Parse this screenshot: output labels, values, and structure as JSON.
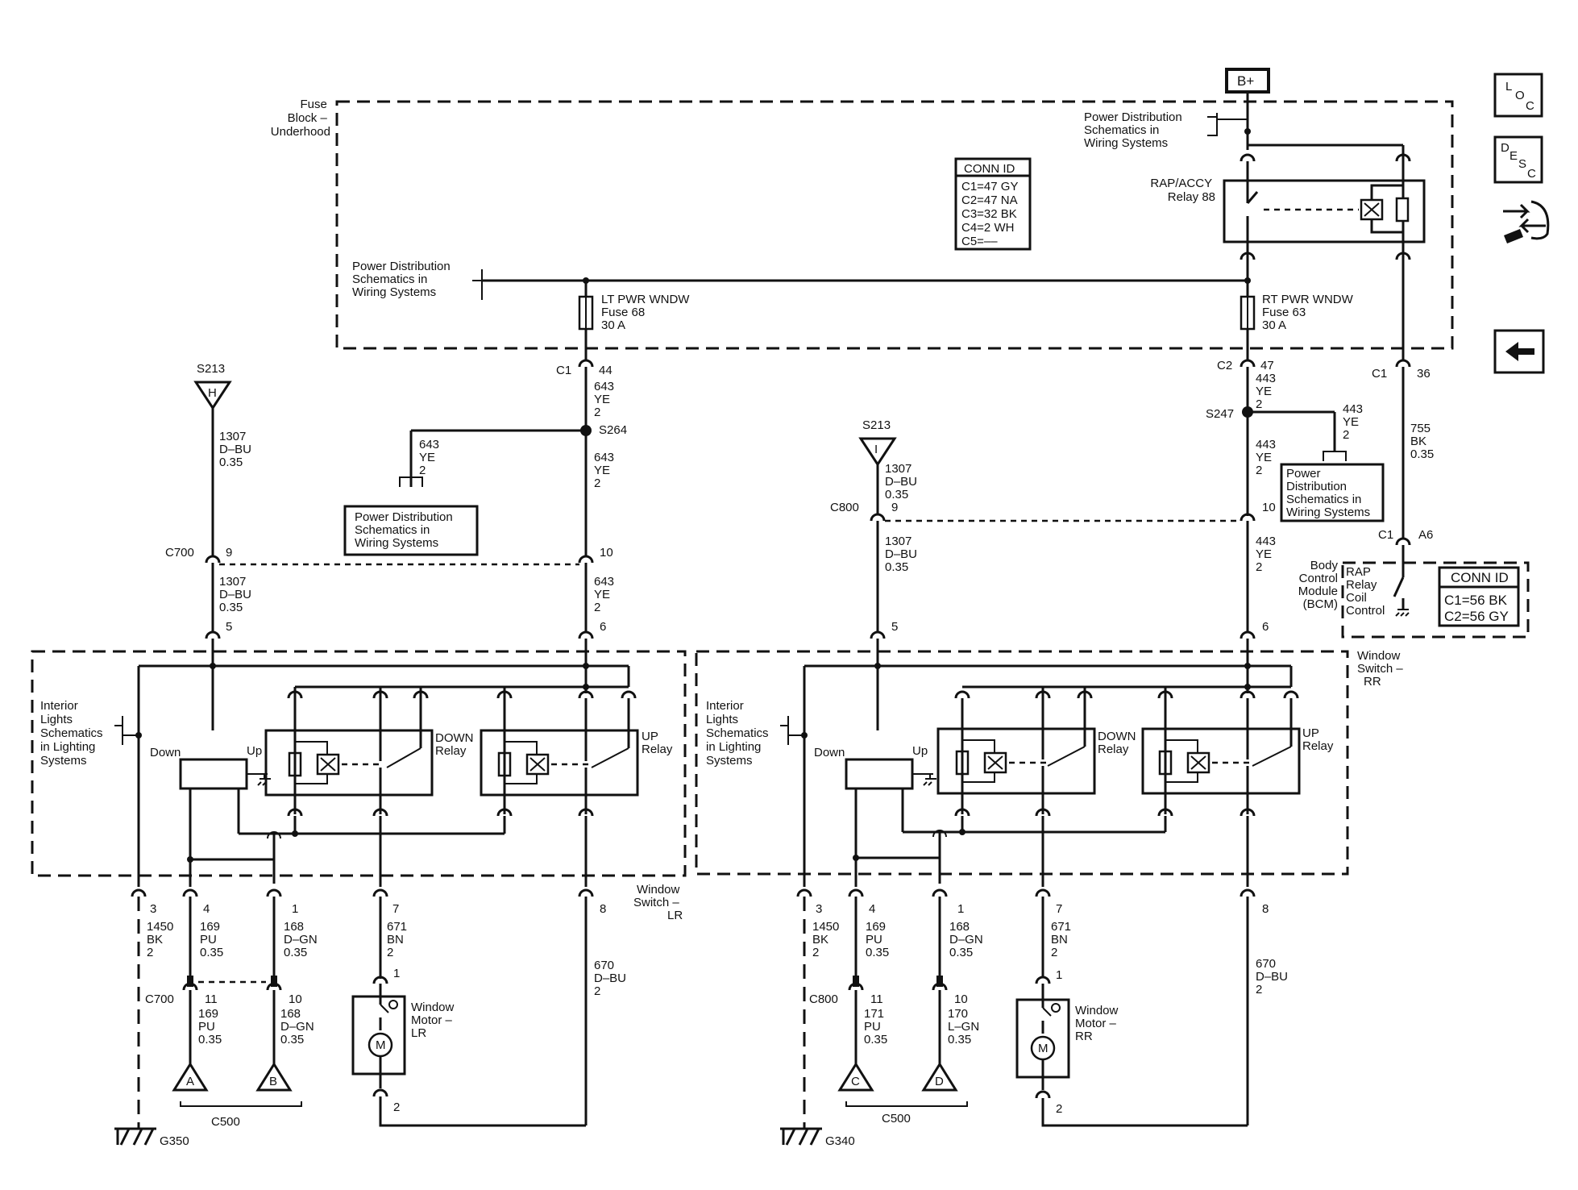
{
  "nav_icons": {
    "loc": "LOC",
    "desc": "DESC",
    "wrench": "wrench-icon",
    "back": "back-arrow-icon"
  },
  "labels": {
    "b_plus": "B+",
    "fuse_block": [
      "Fuse",
      "Block –",
      "Underhood"
    ],
    "pds_top_right": [
      "Power Distribution",
      "Schematics in",
      "Wiring Systems"
    ],
    "pds_fuse_bus": [
      "Power Distribution",
      "Schematics in",
      "Wiring Systems"
    ],
    "rap_relay": [
      "RAP/ACCY",
      "Relay 88"
    ],
    "conn_id_1_title": "CONN ID",
    "conn_id_1": [
      "C1=47 GY",
      "C2=47 NA",
      "C3=32 BK",
      "C4=2 WH",
      "C5=––"
    ],
    "lt_fuse": [
      "LT PWR WNDW",
      "Fuse 68",
      "30 A"
    ],
    "rt_fuse": [
      "RT PWR WNDW",
      "Fuse 63",
      "30 A"
    ],
    "c1_left": "C1",
    "pin_44": "44",
    "wire_643_1": [
      "643",
      "YE",
      "2"
    ],
    "s264": "S264",
    "wire_643_branch": [
      "643",
      "YE",
      "2"
    ],
    "pds_left_box": [
      "Power Distribution",
      "Schematics in",
      "Wiring Systems"
    ],
    "wire_643_2": [
      "643",
      "YE",
      "2"
    ],
    "s213_h": "S213",
    "s213_h_letter": "H",
    "wire_1307_h": [
      "1307",
      "D–BU",
      "0.35"
    ],
    "c700_top": "C700",
    "pin_9_l": "9",
    "pin_10_l": "10",
    "wire_1307_l2": [
      "1307",
      "D–BU",
      "0.35"
    ],
    "pin_5_l": "5",
    "wire_643_3": [
      "643",
      "YE",
      "2"
    ],
    "pin_6_l": "6",
    "interior_left": [
      "Interior",
      "Lights",
      "Schematics",
      "in Lighting",
      "Systems"
    ],
    "down_l": "Down",
    "up_l": "Up",
    "down_relay_l": [
      "DOWN",
      "Relay"
    ],
    "up_relay_l": [
      "UP",
      "Relay"
    ],
    "window_switch_lr": [
      "Window",
      "Switch –",
      "LR"
    ],
    "pin_3_l": "3",
    "pin_4_l": "4",
    "pin_1_l": "1",
    "pin_7_l": "7",
    "pin_8_l": "8",
    "wire_1450_l": [
      "1450",
      "BK",
      "2"
    ],
    "wire_169_l": [
      "169",
      "PU",
      "0.35"
    ],
    "wire_168_l": [
      "168",
      "D–GN",
      "0.35"
    ],
    "wire_671_l": [
      "671",
      "BN",
      "2"
    ],
    "wire_670_l": [
      "670",
      "D–BU",
      "2"
    ],
    "c700_bot": "C700",
    "pin_11_l": "11",
    "pin_10_lb": "10",
    "wire_169_lb": [
      "169",
      "PU",
      "0.35"
    ],
    "wire_168_lb": [
      "168",
      "D–GN",
      "0.35"
    ],
    "motor_pin1_l": "1",
    "motor_pin2_l": "2",
    "window_motor_lr": [
      "Window",
      "Motor –",
      "LR"
    ],
    "motor_m_l": "M",
    "letter_a": "A",
    "letter_b": "B",
    "g350": "G350",
    "c500_l": "C500",
    "c2_right": "C2",
    "pin_47": "47",
    "wire_443_1": [
      "443",
      "YE",
      "2"
    ],
    "s247": "S247",
    "wire_443_branch": [
      "443",
      "YE",
      "2"
    ],
    "pds_right_box": [
      "Power",
      "Distribution",
      "Schematics in",
      "Wiring Systems"
    ],
    "wire_443_2": [
      "443",
      "YE",
      "2"
    ],
    "c1_right": "C1",
    "pin_36": "36",
    "wire_755": [
      "755",
      "BK",
      "0.35"
    ],
    "c1_bcm": "C1",
    "pin_a6": "A6",
    "bcm": [
      "Body",
      "Control",
      "Module",
      "(BCM)"
    ],
    "rap_coil": [
      "RAP",
      "Relay",
      "Coil",
      "Control"
    ],
    "conn_id_2_title": "CONN ID",
    "conn_id_2": [
      "C1=56 BK",
      "C2=56 GY"
    ],
    "s213_i": "S213",
    "s213_i_letter": "I",
    "wire_1307_i": [
      "1307",
      "D–BU",
      "0.35"
    ],
    "c800_top": "C800",
    "pin_9_r": "9",
    "pin_10_r": "10",
    "wire_1307_r2": [
      "1307",
      "D–BU",
      "0.35"
    ],
    "pin_5_r": "5",
    "wire_443_3": [
      "443",
      "YE",
      "2"
    ],
    "pin_6_r": "6",
    "interior_right": [
      "Interior",
      "Lights",
      "Schematics",
      "in Lighting",
      "Systems"
    ],
    "down_r": "Down",
    "up_r": "Up",
    "down_relay_r": [
      "DOWN",
      "Relay"
    ],
    "up_relay_r": [
      "UP",
      "Relay"
    ],
    "window_switch_rr": [
      "Window",
      "Switch –",
      "RR"
    ],
    "pin_3_r": "3",
    "pin_4_r": "4",
    "pin_1_r": "1",
    "pin_7_r": "7",
    "pin_8_r": "8",
    "wire_1450_r": [
      "1450",
      "BK",
      "2"
    ],
    "wire_169_r": [
      "169",
      "PU",
      "0.35"
    ],
    "wire_168_r": [
      "168",
      "D–GN",
      "0.35"
    ],
    "wire_671_r": [
      "671",
      "BN",
      "2"
    ],
    "wire_670_r": [
      "670",
      "D–BU",
      "2"
    ],
    "c800_bot": "C800",
    "pin_11_r": "11",
    "pin_10_rb": "10",
    "wire_171_r": [
      "171",
      "PU",
      "0.35"
    ],
    "wire_170_r": [
      "170",
      "L–GN",
      "0.35"
    ],
    "motor_pin1_r": "1",
    "motor_pin2_r": "2",
    "window_motor_rr": [
      "Window",
      "Motor –",
      "RR"
    ],
    "motor_m_r": "M",
    "letter_c": "C",
    "letter_d": "D",
    "g340": "G340",
    "c500_r": "C500"
  }
}
